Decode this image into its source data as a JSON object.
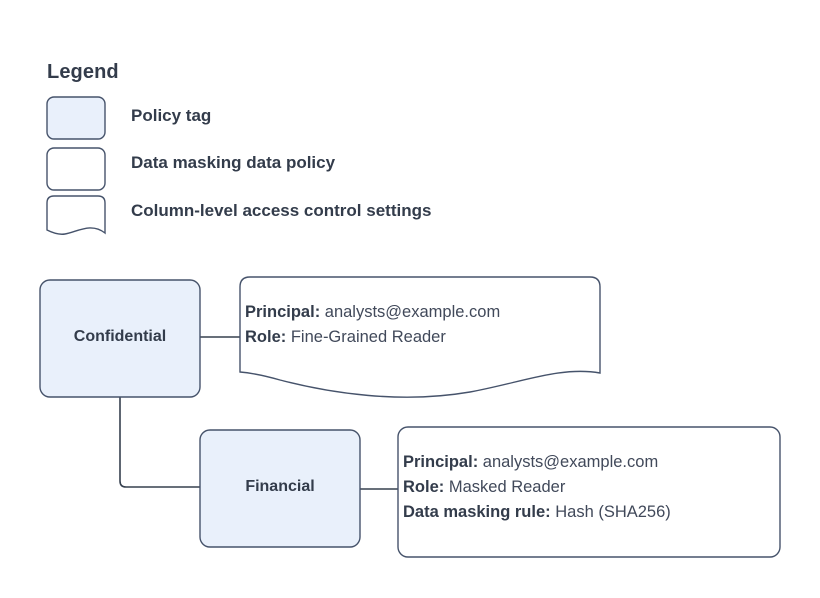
{
  "legend": {
    "title": "Legend",
    "items": [
      {
        "swatch": "policy-tag-swatch",
        "label": "Policy tag",
        "fill": "#e9f0fb",
        "shape": "rounded-rect"
      },
      {
        "swatch": "data-masking-policy-swatch",
        "label": "Data masking data policy",
        "fill": "#ffffff",
        "shape": "rounded-rect"
      },
      {
        "swatch": "column-access-settings-swatch",
        "label": "Column-level access control settings",
        "fill": "#ffffff",
        "shape": "wave-bottom"
      }
    ]
  },
  "nodes": [
    {
      "id": "confidential",
      "label": "Confidential",
      "fill": "#e9f0fb"
    },
    {
      "id": "financial",
      "label": "Financial",
      "fill": "#e9f0fb"
    }
  ],
  "callouts": [
    {
      "id": "confidential-access-settings",
      "shape": "wave-bottom",
      "lines": [
        {
          "key": "Principal:",
          "value": "analysts@example.com"
        },
        {
          "key": "Role:",
          "value": "Fine-Grained Reader"
        }
      ]
    },
    {
      "id": "financial-masking-policy",
      "shape": "rounded-rect",
      "lines": [
        {
          "key": "Principal:",
          "value": "analysts@example.com"
        },
        {
          "key": "Role:",
          "value": "Masked Reader"
        },
        {
          "key": "Data masking rule:",
          "value": "Hash (SHA256)"
        }
      ]
    }
  ],
  "colors": {
    "node_fill": "#e9f0fb",
    "stroke": "#46536b",
    "text": "#333c4b",
    "connector": "#36404f",
    "background": "#ffffff"
  }
}
